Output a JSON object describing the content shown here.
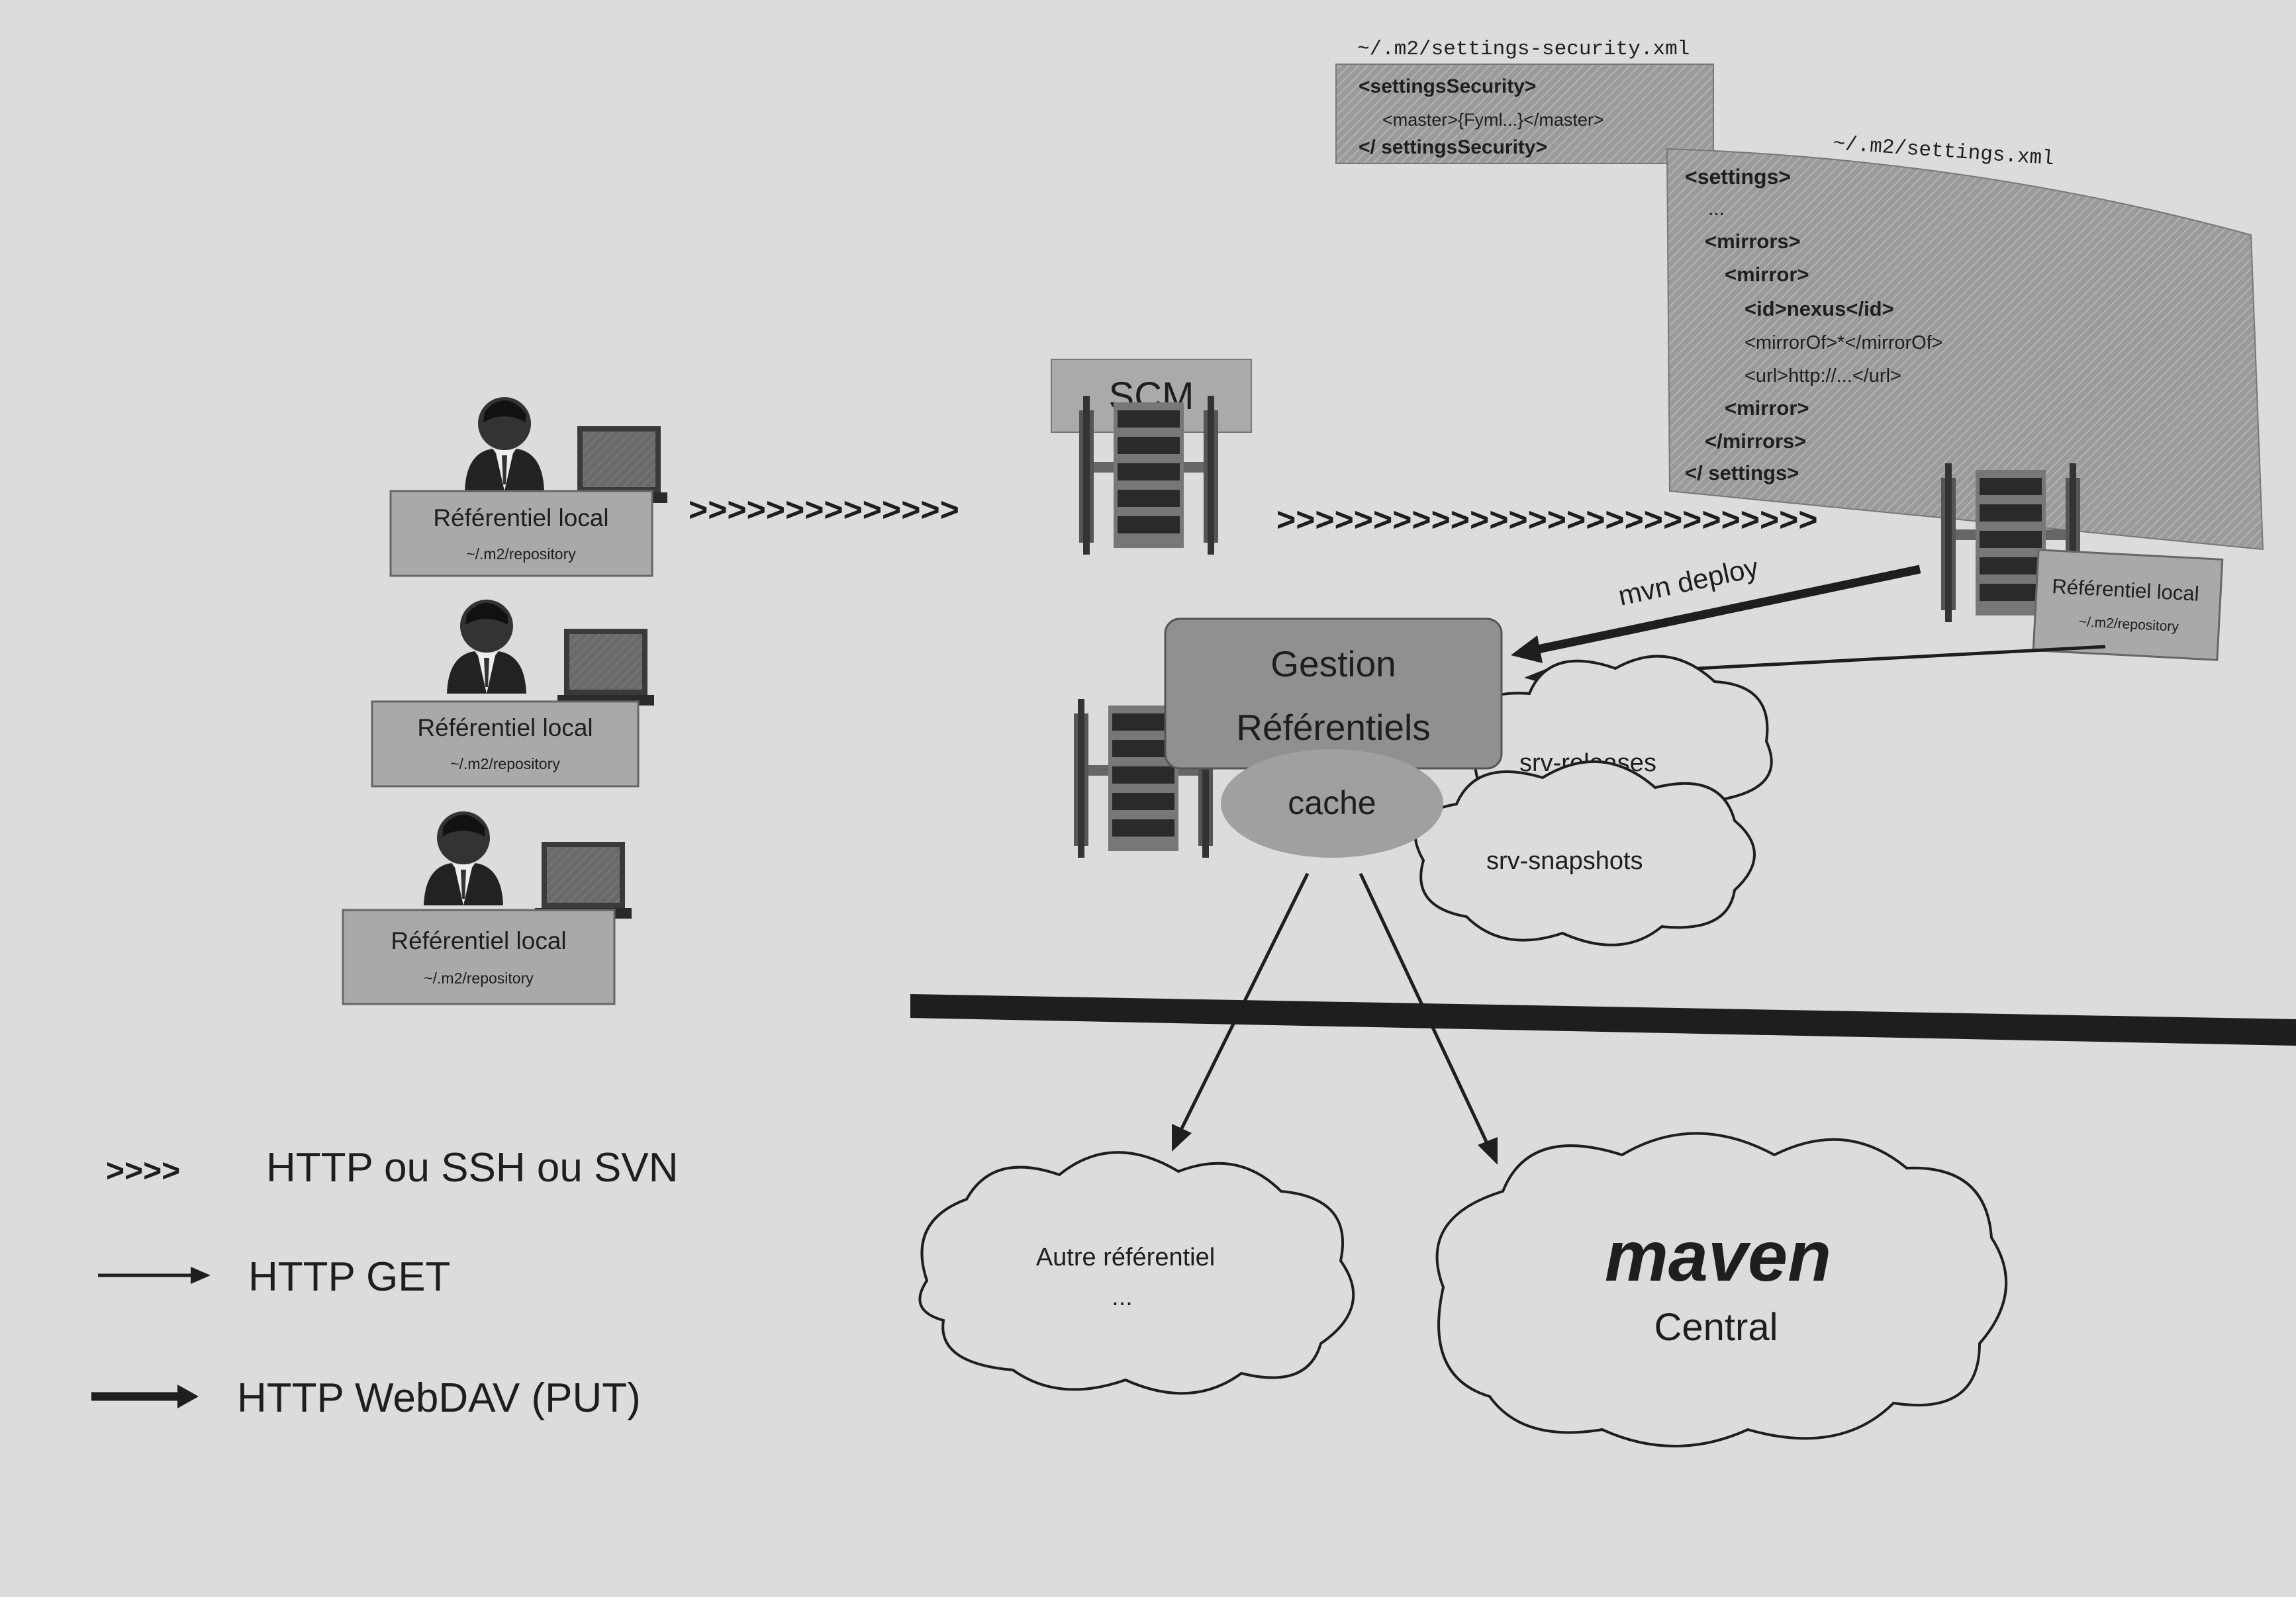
{
  "settings_security": {
    "filename": "~/.m2/settings-security.xml",
    "lines": [
      "<settingsSecurity>",
      "<master>{Fyml...}</master>",
      "</ settingsSecurity>"
    ]
  },
  "settings": {
    "filename": "~/.m2/settings.xml",
    "lines": [
      "<settings>",
      "...",
      "<mirrors>",
      "<mirror>",
      "<id>nexus</id>",
      "<mirrorOf>*</mirrorOf>",
      "<url>http://...</url>",
      "<mirror>",
      "</mirrors>",
      "</ settings>"
    ]
  },
  "scm": {
    "label": "SCM"
  },
  "local_repos": [
    {
      "title": "Référentiel local",
      "path": "~/.m2/repository"
    },
    {
      "title": "Référentiel local",
      "path": "~/.m2/repository"
    },
    {
      "title": "Référentiel local",
      "path": "~/.m2/repository"
    }
  ],
  "build_server_repo": {
    "title": "Référentiel local",
    "path": "~/.m2/repository"
  },
  "manager": {
    "line1": "Gestion",
    "line2": "Référentiels",
    "cache": "cache"
  },
  "hosted_repos": {
    "releases": "srv-releases",
    "snapshots": "srv-snapshots"
  },
  "deploy_label": "mvn deploy",
  "arrows": {
    "client_to_scm": ">>>>>>>>>>>>>>",
    "scm_to_build": ">>>>>>>>>>>>>>>>>>>>>>>>>>>>"
  },
  "external": {
    "other_repo": {
      "title": "Autre référentiel",
      "ellipsis": "..."
    },
    "maven": {
      "logo": "maven",
      "subtitle": "Central"
    }
  },
  "legend": [
    {
      "symbol": ">>>>",
      "label": "HTTP ou SSH ou SVN"
    },
    {
      "symbol": "thin-arrow",
      "label": "HTTP GET"
    },
    {
      "symbol": "thick-arrow",
      "label": "HTTP WebDAV (PUT)"
    }
  ],
  "colors": {
    "background": "#dcdcdc",
    "box": "#a9a9a9",
    "dark": "#1e1e1e",
    "cache": "#a0a0a0"
  }
}
